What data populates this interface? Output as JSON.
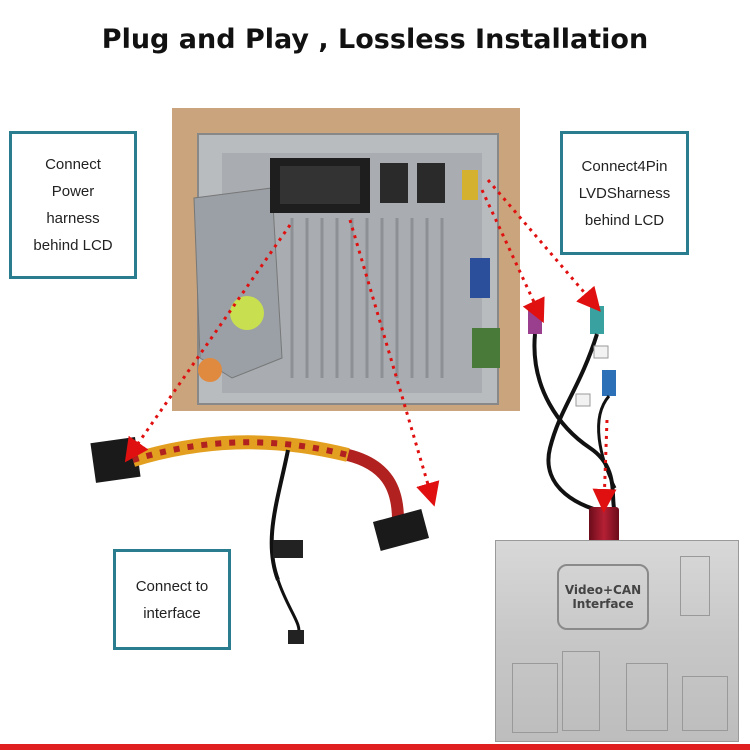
{
  "title": "Plug and Play , Lossless Installation",
  "callouts": {
    "power": [
      "Connect",
      "Power",
      "harness",
      "behind LCD"
    ],
    "lvds": [
      "Connect4Pin",
      "LVDSharness",
      "behind LCD"
    ],
    "interface": [
      "Connect to",
      "interface"
    ]
  },
  "interface_box": {
    "label_line1": "Video+CAN",
    "label_line2": "Interface"
  },
  "colors": {
    "callout_border": "#2a7c8f",
    "arrow": "#e01010",
    "bottom_line": "#e02020"
  }
}
